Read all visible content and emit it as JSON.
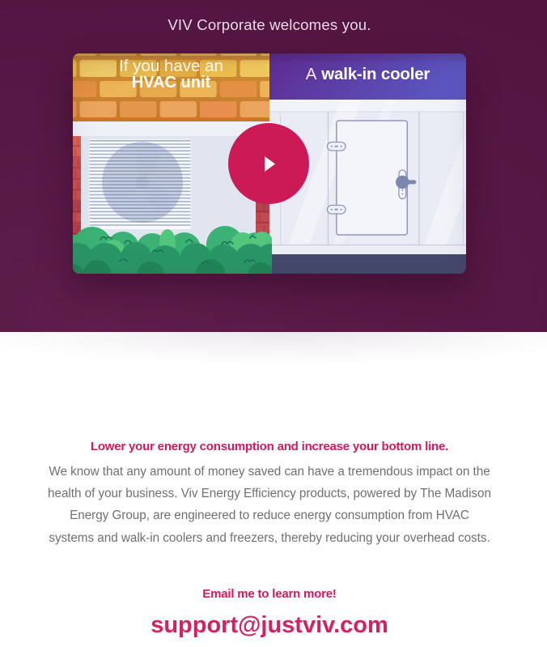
{
  "page": {
    "title": "VIV Corporate welcomes you."
  },
  "colors": {
    "background_top": "#561844",
    "background_bottom": "#ffffff",
    "accent_pink": "#d4185e",
    "play_button": "#cb1a56",
    "band_purple_left": "#5d2b90",
    "band_purple_right": "#5b55bf",
    "body_gray": "#6f6f75"
  },
  "video": {
    "left_caption_line1": "If you have an",
    "left_caption_line2": "HVAC unit",
    "right_caption_prefix": "A",
    "right_caption_bold": "walk-in cooler",
    "play_icon": "play-triangle-icon"
  },
  "content": {
    "headline": "Lower your energy consumption and increase your bottom line.",
    "paragraph_lines": [
      "We know that any amount of money saved can have a tremendous impact on the",
      "health of your business. Viv Energy Efficiency products, powered by The Madison",
      "Energy Group, are engineered to reduce energy consumption from HVAC",
      "systems and walk-in coolers and freezers, thereby reducing your overhead costs."
    ],
    "email_prompt": "Email me to learn more!",
    "email_address": "support@justviv.com"
  }
}
